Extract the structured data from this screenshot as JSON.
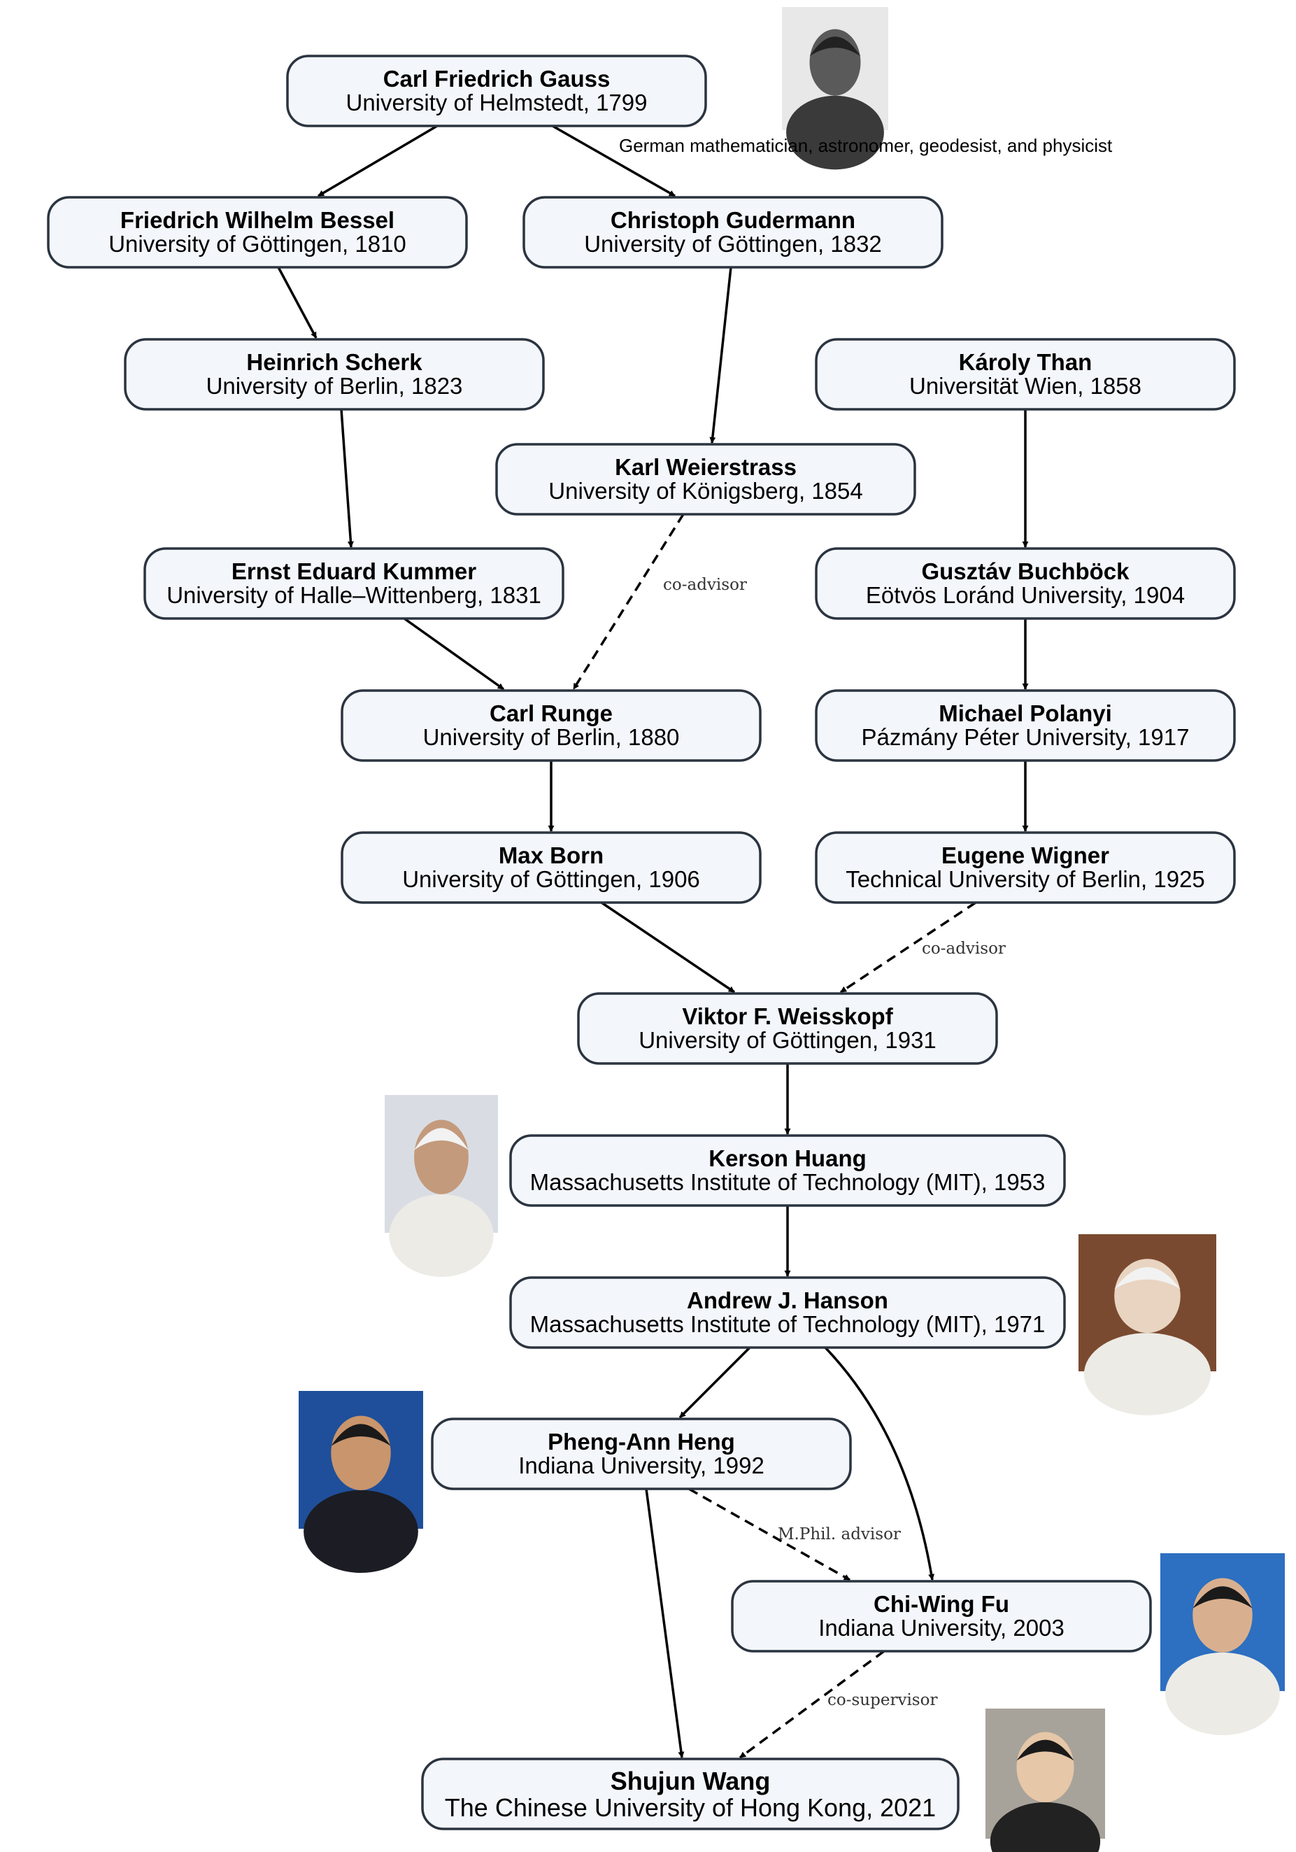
{
  "nodes": [
    {
      "id": "gauss",
      "name": "Carl Friedrich Gauss",
      "inst": "University of Helmstedt, 1799"
    },
    {
      "id": "bessel",
      "name": "Friedrich Wilhelm Bessel",
      "inst": "University of Göttingen, 1810"
    },
    {
      "id": "gudermann",
      "name": "Christoph Gudermann",
      "inst": "University of Göttingen, 1832"
    },
    {
      "id": "scherk",
      "name": "Heinrich Scherk",
      "inst": "University of Berlin, 1823"
    },
    {
      "id": "than",
      "name": "Károly Than",
      "inst": "Universität Wien, 1858"
    },
    {
      "id": "weierstrass",
      "name": "Karl Weierstrass",
      "inst": "University of Königsberg, 1854"
    },
    {
      "id": "kummer",
      "name": "Ernst Eduard Kummer",
      "inst": "University of Halle–Wittenberg, 1831"
    },
    {
      "id": "buchbock",
      "name": "Gusztáv Buchböck",
      "inst": "Eötvös Loránd University, 1904"
    },
    {
      "id": "runge",
      "name": "Carl Runge",
      "inst": "University of Berlin, 1880"
    },
    {
      "id": "polanyi",
      "name": "Michael Polanyi",
      "inst": "Pázmány Péter University, 1917"
    },
    {
      "id": "born",
      "name": "Max Born",
      "inst": "University of Göttingen, 1906"
    },
    {
      "id": "wigner",
      "name": "Eugene Wigner",
      "inst": "Technical University of Berlin, 1925"
    },
    {
      "id": "weisskopf",
      "name": "Viktor F. Weisskopf",
      "inst": "University of Göttingen, 1931"
    },
    {
      "id": "huang",
      "name": "Kerson Huang",
      "inst": "Massachusetts Institute of Technology (MIT), 1953"
    },
    {
      "id": "hanson",
      "name": "Andrew J. Hanson",
      "inst": "Massachusetts Institute of Technology (MIT), 1971"
    },
    {
      "id": "heng",
      "name": "Pheng-Ann Heng",
      "inst": "Indiana University, 1992"
    },
    {
      "id": "fu",
      "name": "Chi-Wing Fu",
      "inst": "Indiana University, 2003"
    },
    {
      "id": "wang",
      "name": "Shujun Wang",
      "inst": "The Chinese University of Hong Kong, 2021"
    }
  ],
  "edges": [
    {
      "from": "gauss",
      "to": "bessel",
      "style": "solid",
      "label": ""
    },
    {
      "from": "gauss",
      "to": "gudermann",
      "style": "solid",
      "label": ""
    },
    {
      "from": "bessel",
      "to": "scherk",
      "style": "solid",
      "label": ""
    },
    {
      "from": "gudermann",
      "to": "weierstrass",
      "style": "solid",
      "label": ""
    },
    {
      "from": "scherk",
      "to": "kummer",
      "style": "solid",
      "label": ""
    },
    {
      "from": "kummer",
      "to": "runge",
      "style": "solid",
      "label": ""
    },
    {
      "from": "weierstrass",
      "to": "runge",
      "style": "dashed",
      "label": "co-advisor"
    },
    {
      "from": "than",
      "to": "buchbock",
      "style": "solid",
      "label": ""
    },
    {
      "from": "buchbock",
      "to": "polanyi",
      "style": "solid",
      "label": ""
    },
    {
      "from": "polanyi",
      "to": "wigner",
      "style": "solid",
      "label": ""
    },
    {
      "from": "runge",
      "to": "born",
      "style": "solid",
      "label": ""
    },
    {
      "from": "born",
      "to": "weisskopf",
      "style": "solid",
      "label": ""
    },
    {
      "from": "wigner",
      "to": "weisskopf",
      "style": "dashed",
      "label": "co-advisor"
    },
    {
      "from": "weisskopf",
      "to": "huang",
      "style": "solid",
      "label": ""
    },
    {
      "from": "huang",
      "to": "hanson",
      "style": "solid",
      "label": ""
    },
    {
      "from": "hanson",
      "to": "heng",
      "style": "solid",
      "label": ""
    },
    {
      "from": "hanson",
      "to": "fu",
      "style": "solid",
      "label": ""
    },
    {
      "from": "heng",
      "to": "fu",
      "style": "dashed",
      "label": "M.Phil. advisor"
    },
    {
      "from": "heng",
      "to": "wang",
      "style": "solid",
      "label": ""
    },
    {
      "from": "fu",
      "to": "wang",
      "style": "dashed",
      "label": "co-supervisor"
    }
  ],
  "gauss_note": "German mathematician, astronomer, geodesist, and physicist",
  "photos": [
    {
      "id": "gauss",
      "icon": "portrait-engraving-icon",
      "bg": "#e8e8e8",
      "fg": "#5a5a5a"
    },
    {
      "id": "huang",
      "icon": "portrait-photo-icon",
      "bg": "#d9dde3",
      "fg": "#c49a7c"
    },
    {
      "id": "hanson",
      "icon": "portrait-photo-icon",
      "bg": "#7a4a30",
      "fg": "#e8d4c0"
    },
    {
      "id": "heng",
      "icon": "portrait-photo-icon",
      "bg": "#1f4f9a",
      "fg": "#c9956c"
    },
    {
      "id": "fu",
      "icon": "portrait-photo-icon",
      "bg": "#2d6fc0",
      "fg": "#d9b08f"
    },
    {
      "id": "wang",
      "icon": "portrait-photo-icon",
      "bg": "#a8a39a",
      "fg": "#e6c7a8"
    }
  ]
}
